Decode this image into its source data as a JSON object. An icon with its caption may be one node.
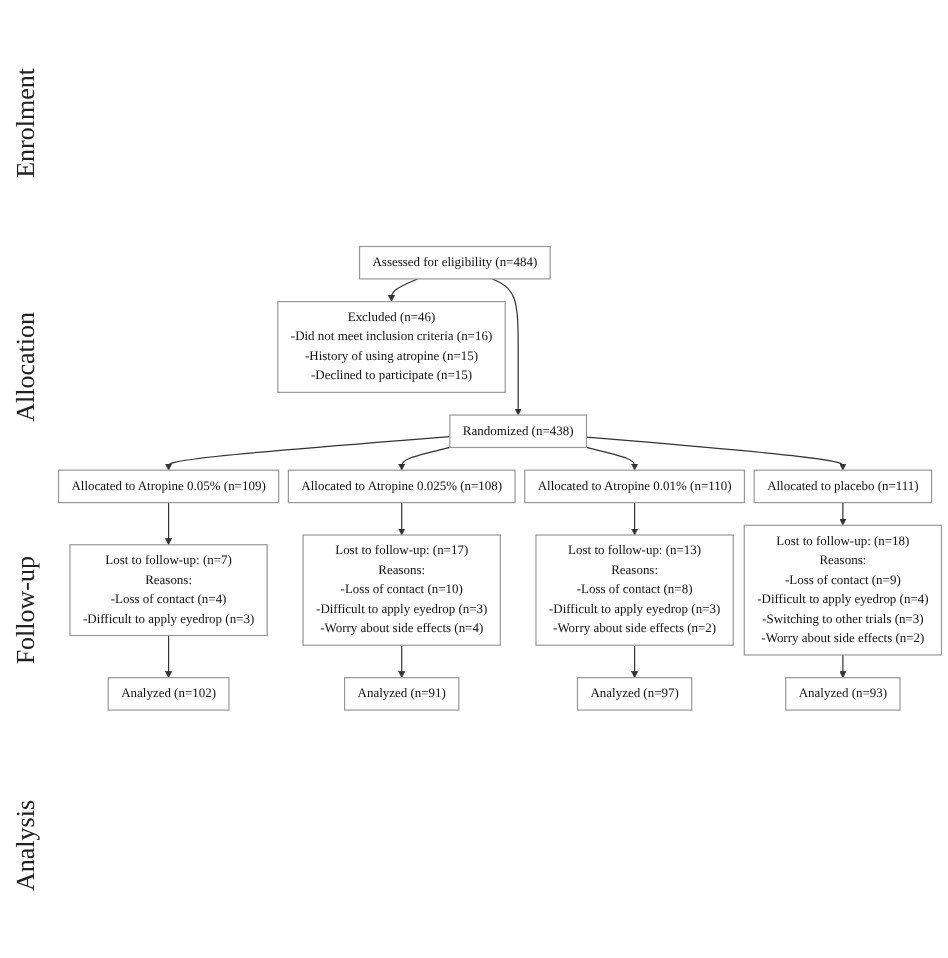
{
  "diagram": {
    "nodes": [
      {
        "text": [
          "Assessed for eligibility (n=484)"
        ]
      },
      {
        "text": [
          "Excluded (n=46)",
          "-Did not meet inclusion criteria (n=16)",
          "-History of using atropine (n=15)",
          "-Declined to participate (n=15)"
        ]
      },
      {
        "text": [
          "Randomized (n=438)"
        ]
      },
      {
        "text": [
          "Allocated to Atropine 0.05% (n=109)"
        ]
      },
      {
        "text": [
          "Allocated to Atropine 0.025% (n=108)"
        ]
      },
      {
        "text": [
          "Allocated to Atropine 0.01% (n=110)"
        ]
      },
      {
        "text": [
          "Allocated to placebo (n=111)"
        ]
      },
      {
        "text": [
          "Lost to follow-up: (n=7)",
          "Reasons:",
          "-Loss of contact (n=4)",
          "-Difficult to apply eyedrop (n=3)"
        ]
      },
      {
        "text": [
          "Lost to follow-up: (n=17)",
          "Reasons:",
          "-Loss of contact (n=10)",
          "-Difficult to apply eyedrop (n=3)",
          "-Worry about side effects (n=4)"
        ]
      },
      {
        "text": [
          "Lost to follow-up: (n=13)",
          "Reasons:",
          "-Loss of contact (n=8)",
          "-Difficult to apply eyedrop (n=3)",
          "-Worry about side effects (n=2)"
        ]
      },
      {
        "text": [
          "Lost to follow-up: (n=18)",
          "Reasons:",
          "-Loss of contact (n=9)",
          "-Difficult to apply eyedrop (n=4)",
          "-Switching to other trials (n=3)",
          "-Worry about side effects (n=2)"
        ]
      },
      {
        "text": [
          "Analyzed (n=102)"
        ]
      },
      {
        "text": [
          "Analyzed (n=91)"
        ]
      },
      {
        "text": [
          "Analyzed (n=97)"
        ]
      },
      {
        "text": [
          "Analyzed (n=93)"
        ]
      }
    ],
    "edges": [
      {
        "from": 0,
        "to": 1,
        "arrow": "to"
      },
      {
        "from": 0,
        "to": 2,
        "arrow": "to"
      },
      {
        "from": 2,
        "to": 3,
        "arrow": "to"
      },
      {
        "from": 2,
        "to": 4,
        "arrow": "to"
      },
      {
        "from": 2,
        "to": 5,
        "arrow": "to"
      },
      {
        "from": 2,
        "to": 6,
        "arrow": "to"
      },
      {
        "from": 3,
        "to": 7,
        "arrow": "to"
      },
      {
        "from": 4,
        "to": 8,
        "arrow": "to"
      },
      {
        "from": 5,
        "to": 9,
        "arrow": "to"
      },
      {
        "from": 6,
        "to": 10,
        "arrow": "to"
      },
      {
        "from": 7,
        "to": 11,
        "arrow": "to"
      },
      {
        "from": 8,
        "to": 12,
        "arrow": "to"
      },
      {
        "from": 9,
        "to": 13,
        "arrow": "to"
      },
      {
        "from": 10,
        "to": 14,
        "arrow": "to"
      }
    ],
    "labels": [
      "Enrolment",
      "Allocation",
      "Follow-up",
      "Analysis"
    ]
  }
}
